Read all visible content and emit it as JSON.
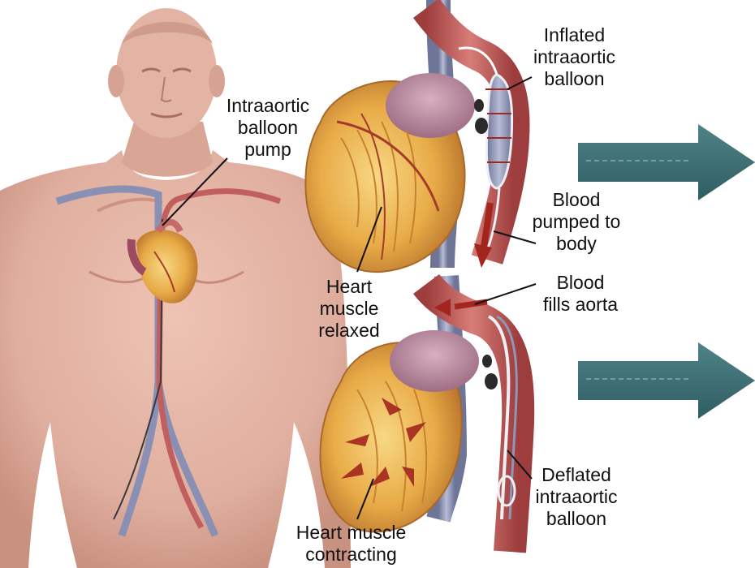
{
  "colors": {
    "skin": "#e2b3a3",
    "skin_shadow": "#c98f7e",
    "heart_muscle": "#e9b24c",
    "heart_fat": "#f4d57a",
    "aorta": "#c46a6a",
    "vein": "#8f96b8",
    "balloon": "#c9cce0",
    "arrow_teal": "#3b6f74",
    "blood_arrow": "#a3261e",
    "label_text": "#111111"
  },
  "labels": {
    "iabp": [
      "Intraaortic",
      "balloon",
      "pump"
    ],
    "inflated": [
      "Inflated",
      "intraaortic",
      "balloon"
    ],
    "blood_pumped": [
      "Blood",
      "pumped to",
      "body"
    ],
    "relaxed": [
      "Heart",
      "muscle",
      "relaxed"
    ],
    "fills": [
      "Blood",
      "fills aorta"
    ],
    "deflated": [
      "Deflated",
      "intraaortic",
      "balloon"
    ],
    "contracting": [
      "Heart muscle",
      "contracting"
    ]
  },
  "icons": {
    "right_arrow_top": "teal-right-arrow-icon",
    "right_arrow_bottom": "teal-right-arrow-icon"
  }
}
